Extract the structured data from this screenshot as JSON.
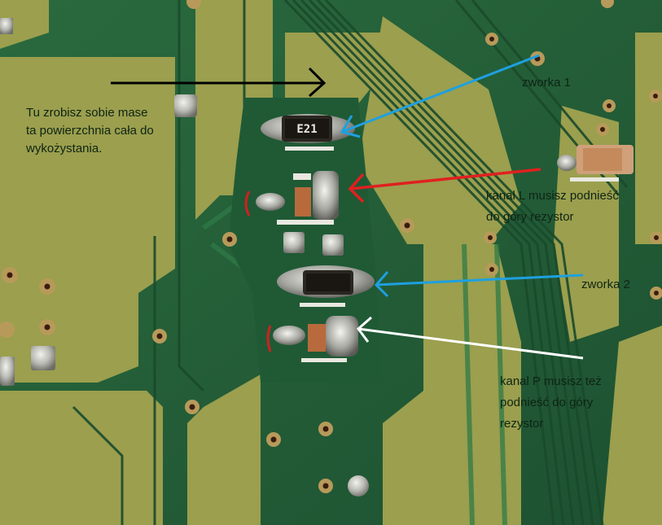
{
  "annotations": {
    "mass_note": {
      "line1": "Tu zrobisz sobie mase",
      "line2": "ta powierzchnia cała do",
      "line3": "wykożystania."
    },
    "jumper1_label": "zworka 1",
    "channel_l": {
      "line1": "kanal L musisz podnieść",
      "line2": "do góry rezystor"
    },
    "jumper2_label": "zworka 2",
    "channel_p": {
      "line1": "kanal P musisz też",
      "line2": "podnieść do góry",
      "line3": "rezystor"
    }
  },
  "component_marking": "E21",
  "arrow_colors": {
    "mass": "#000000",
    "jumper1": "#1ea0e0",
    "channel_l": "#e02020",
    "jumper2": "#1ea0e0",
    "channel_p": "#ffffff"
  }
}
